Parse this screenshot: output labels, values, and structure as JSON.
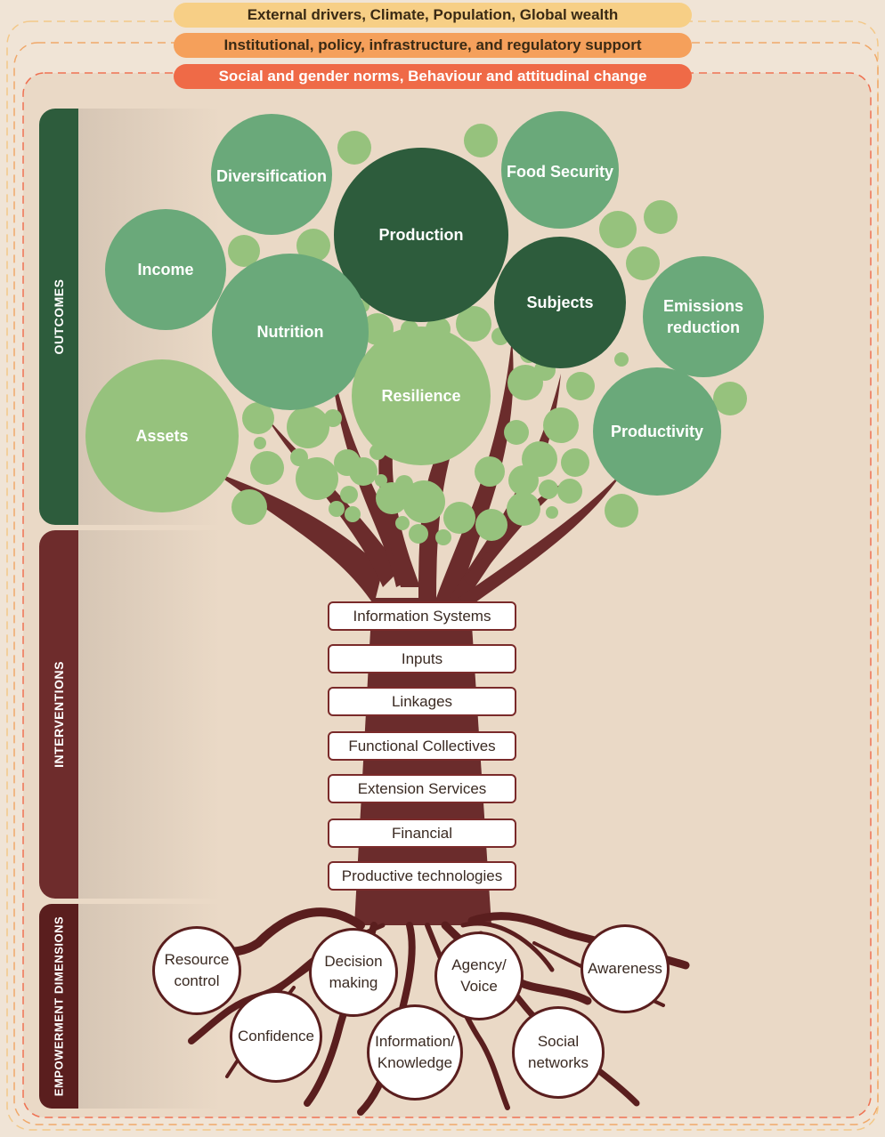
{
  "context_bands": [
    {
      "label": "External drivers, Climate, Population, Global wealth",
      "color": "#f7cf86"
    },
    {
      "label": "Institutional, policy, infrastructure, and regulatory support",
      "color": "#f5a05b"
    },
    {
      "label": "Social and gender norms, Behaviour and attitudinal change",
      "color": "#ef6a47"
    }
  ],
  "sections": {
    "outcomes": "OUTCOMES",
    "interventions": "INTERVENTIONS",
    "empowerment": "EMPOWERMENT  DIMENSIONS"
  },
  "colors": {
    "outcomes_bar": "#2d5c3c",
    "interventions_bar": "#6e2c2c",
    "empowerment_bar": "#5a1e1e",
    "trunk": "#6b2c2c",
    "bubble_light": "#96c27d",
    "bubble_mid": "#6aa97a",
    "bubble_dark": "#2d5c3c"
  },
  "outcomes": [
    {
      "label": "Diversification"
    },
    {
      "label": "Food Security"
    },
    {
      "label": "Production"
    },
    {
      "label": "Income"
    },
    {
      "label": "Subjects"
    },
    {
      "label": "Emissions reduction",
      "lines": [
        "Emissions",
        "reduction"
      ]
    },
    {
      "label": "Nutrition"
    },
    {
      "label": "Resilience"
    },
    {
      "label": "Assets"
    },
    {
      "label": "Productivity"
    }
  ],
  "interventions": [
    "Information Systems",
    "Inputs",
    "Linkages",
    "Functional Collectives",
    "Extension Services",
    "Financial",
    "Productive technologies"
  ],
  "empowerment": [
    {
      "lines": [
        "Resource",
        "control"
      ]
    },
    {
      "lines": [
        "Decision",
        "making"
      ]
    },
    {
      "lines": [
        "Agency/",
        "Voice"
      ]
    },
    {
      "lines": [
        "Awareness"
      ]
    },
    {
      "lines": [
        "Confidence"
      ]
    },
    {
      "lines": [
        "Information/",
        "Knowledge"
      ]
    },
    {
      "lines": [
        "Social",
        "networks"
      ]
    }
  ]
}
